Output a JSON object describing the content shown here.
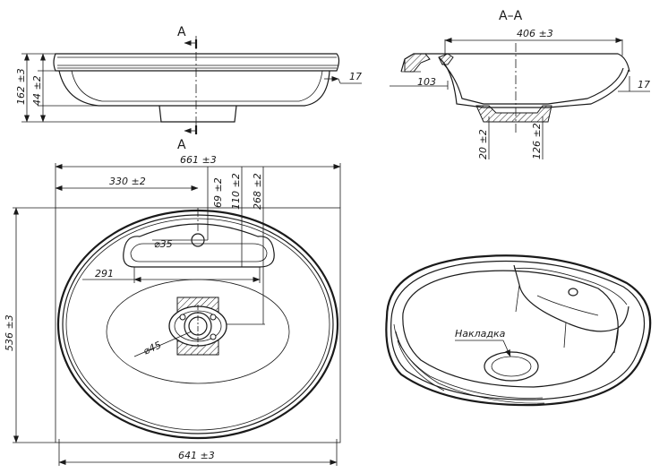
{
  "section": {
    "cut_label_top": "A",
    "cut_label_bottom": "A",
    "title": "A–A"
  },
  "dimensions": {
    "height_total": "162 ±3",
    "height_bowl": "44 ±2",
    "rim_side": "17",
    "section_width": "406 ±3",
    "section_offset": "103",
    "section_rim": "17",
    "drain_height": "20 ±2",
    "drain_depth": "126 ±2",
    "width_outer": "661 ±3",
    "center_offset": "330 ±2",
    "tap_hole_offset": "69 ±2",
    "tap_shelf_offset": "110 ±2",
    "drain_offset": "268 ±2",
    "tap_hole_diameter": "35",
    "shelf_width": "291",
    "drain_diameter": "45",
    "length_outer": "536 ±3",
    "width_inner": "641 ±3"
  },
  "labels": {
    "overlay": "Накладка"
  }
}
